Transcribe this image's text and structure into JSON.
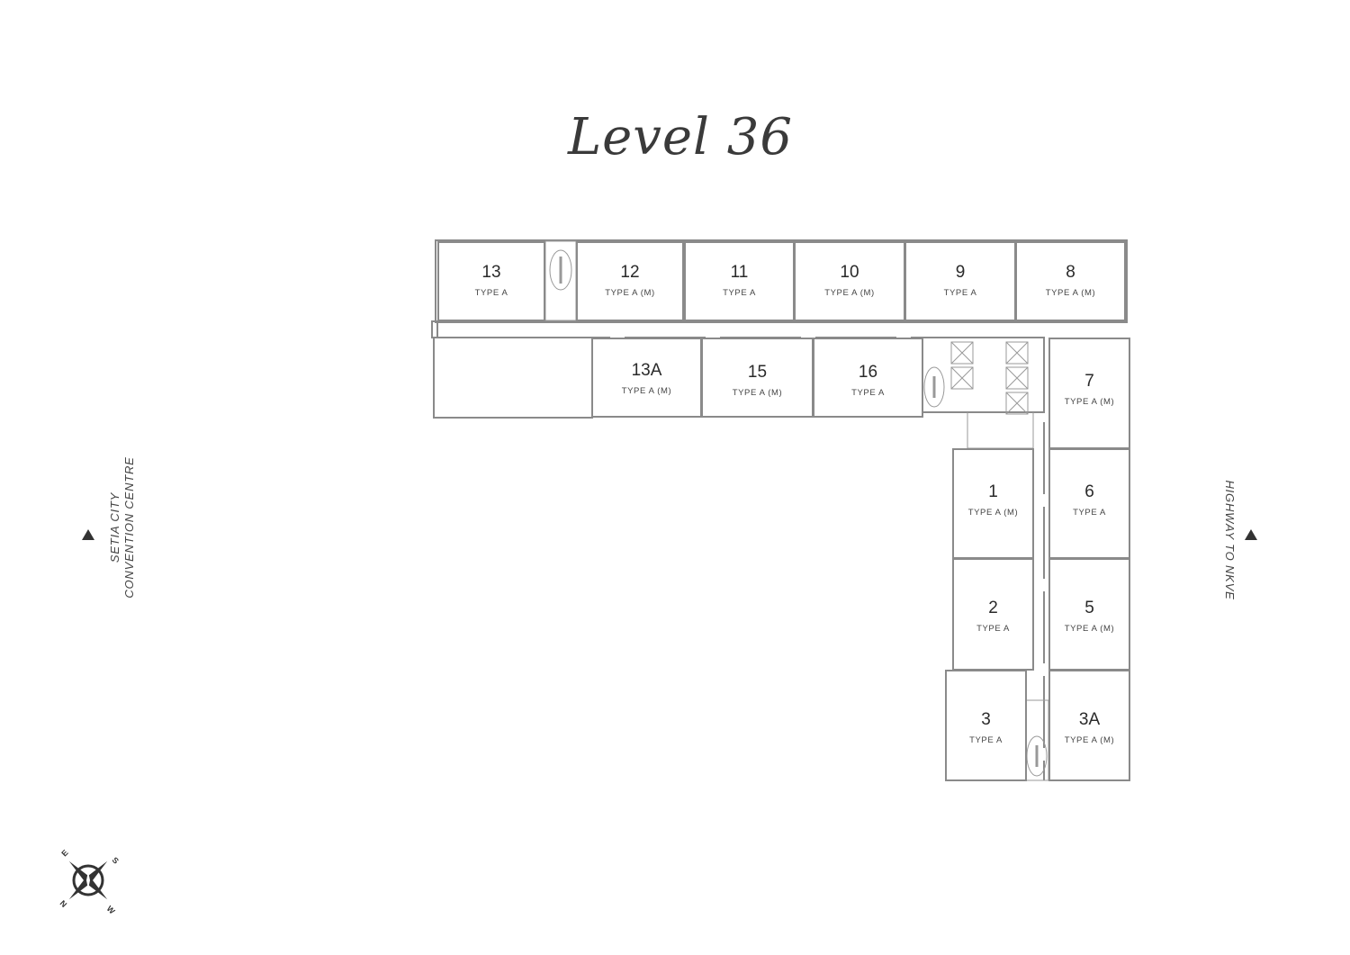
{
  "title": "Level 36",
  "units": [
    {
      "number": "13",
      "type": "TYPE A"
    },
    {
      "number": "12",
      "type": "TYPE A (M)"
    },
    {
      "number": "11",
      "type": "TYPE A"
    },
    {
      "number": "10",
      "type": "TYPE A (M)"
    },
    {
      "number": "9",
      "type": "TYPE A"
    },
    {
      "number": "8",
      "type": "TYPE A (M)"
    },
    {
      "number": "13A",
      "type": "TYPE A (M)"
    },
    {
      "number": "15",
      "type": "TYPE A (M)"
    },
    {
      "number": "16",
      "type": "TYPE A"
    },
    {
      "number": "7",
      "type": "TYPE A (M)"
    },
    {
      "number": "1",
      "type": "TYPE A (M)"
    },
    {
      "number": "6",
      "type": "TYPE A"
    },
    {
      "number": "2",
      "type": "TYPE A"
    },
    {
      "number": "5",
      "type": "TYPE A (M)"
    },
    {
      "number": "3",
      "type": "TYPE A"
    },
    {
      "number": "3A",
      "type": "TYPE A (M)"
    }
  ],
  "directions": {
    "left_line1": "SETIA CITY",
    "left_line2": "CONVENTION CENTRE",
    "right": "HIGHWAY TO NKVE"
  },
  "compass": {
    "n": "N",
    "e": "E",
    "s": "S",
    "w": "W"
  }
}
